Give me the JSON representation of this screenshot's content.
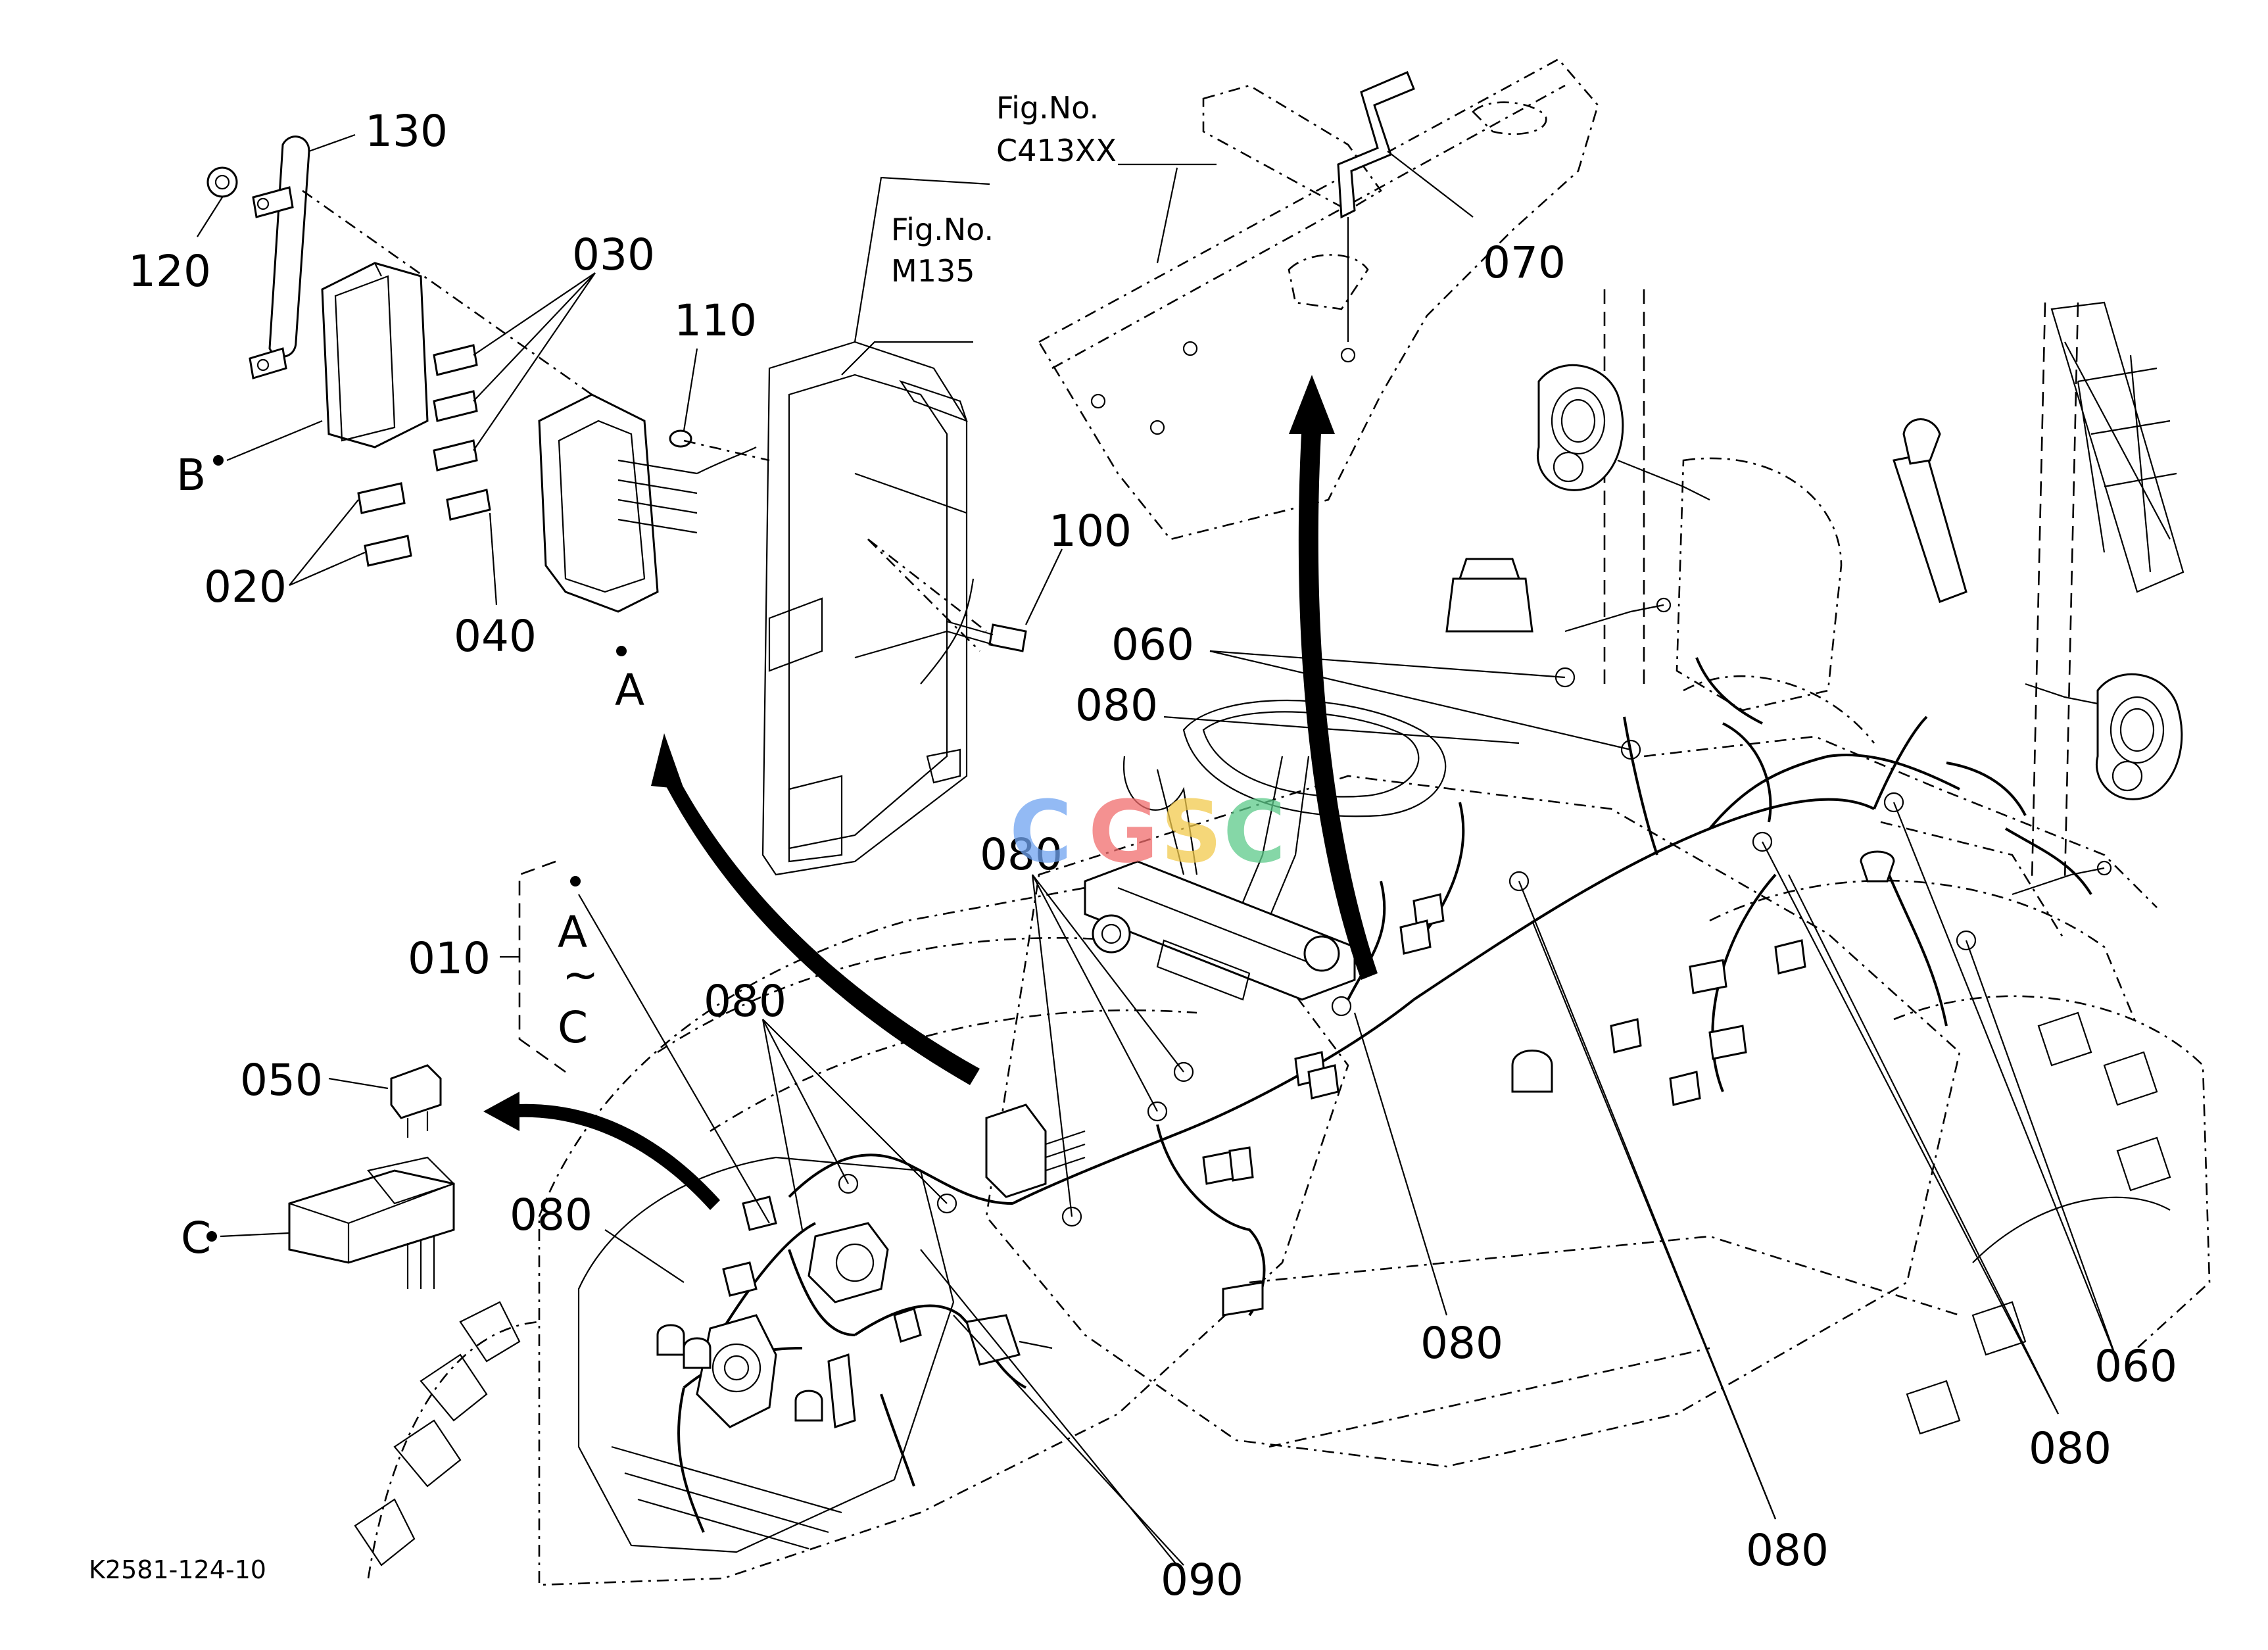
{
  "labels": {
    "p130": "130",
    "p120": "120",
    "p030": "030",
    "p110": "110",
    "p020": "020",
    "p040": "040",
    "p100": "100",
    "p070": "070",
    "p060_top": "060",
    "p080_upper": "080",
    "p080_mid": "080",
    "p080_left": "080",
    "p080_low_left": "080",
    "p080_center": "080",
    "p080_bottom": "080",
    "p080_right": "080",
    "p060_right": "060",
    "p010": "010",
    "p050": "050",
    "p090": "090",
    "ref_b": "B",
    "ref_a": "A",
    "ref_c": "C",
    "range_a": "A",
    "range_tilde": "~",
    "range_c": "C"
  },
  "figure_refs": {
    "m135_line1": "Fig.No.",
    "m135_line2": "M135",
    "c413_line1": "Fig.No.",
    "c413_line2": "C413XX"
  },
  "watermark": "CGSC",
  "drawing_code": "K2581-124-10",
  "colors": {
    "wm_c": "#6fa3f0",
    "wm_g": "#f06c6c",
    "wm_s": "#f2c94c",
    "wm_c2": "#5cc98a"
  }
}
